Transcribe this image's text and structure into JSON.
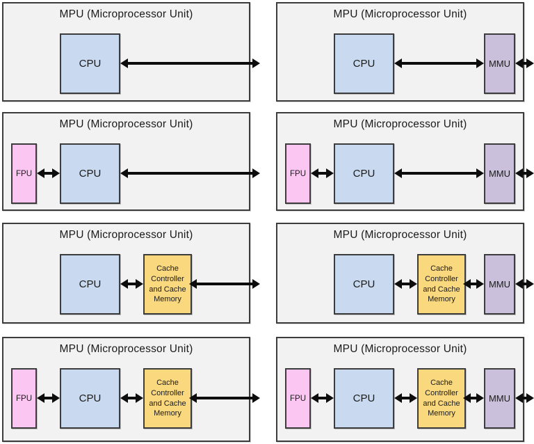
{
  "diagram": {
    "description": "Eight MPU block diagrams showing combinations of CPU with optional FPU, cache, and MMU",
    "colors": {
      "panel_background": "#f2f2f2",
      "panel_border": "#3c3c3c",
      "cpu_fill": "#c9daf0",
      "fpu_fill": "#fbc7f2",
      "cache_fill": "#fad87e",
      "mmu_fill": "#cac0dc",
      "arrow": "#0d0d0d",
      "text": "#1a1a1a"
    },
    "block_defs": {
      "fpu": {
        "label": "FPU"
      },
      "cpu": {
        "label": "CPU"
      },
      "cache": {
        "label": "Cache Controller and Cache Memory"
      },
      "mmu": {
        "label": "MMU"
      }
    },
    "panels": [
      {
        "title": "MPU (Microprocessor Unit)",
        "blocks": [
          "cpu"
        ]
      },
      {
        "title": "MPU (Microprocessor Unit)",
        "blocks": [
          "cpu",
          "mmu"
        ]
      },
      {
        "title": "MPU (Microprocessor Unit)",
        "blocks": [
          "fpu",
          "cpu"
        ]
      },
      {
        "title": "MPU (Microprocessor Unit)",
        "blocks": [
          "fpu",
          "cpu",
          "mmu"
        ]
      },
      {
        "title": "MPU (Microprocessor Unit)",
        "blocks": [
          "cpu",
          "cache"
        ]
      },
      {
        "title": "MPU (Microprocessor Unit)",
        "blocks": [
          "cpu",
          "cache",
          "mmu"
        ]
      },
      {
        "title": "MPU (Microprocessor Unit)",
        "blocks": [
          "fpu",
          "cpu",
          "cache"
        ]
      },
      {
        "title": "MPU (Microprocessor Unit)",
        "blocks": [
          "fpu",
          "cpu",
          "cache",
          "mmu"
        ]
      }
    ]
  }
}
